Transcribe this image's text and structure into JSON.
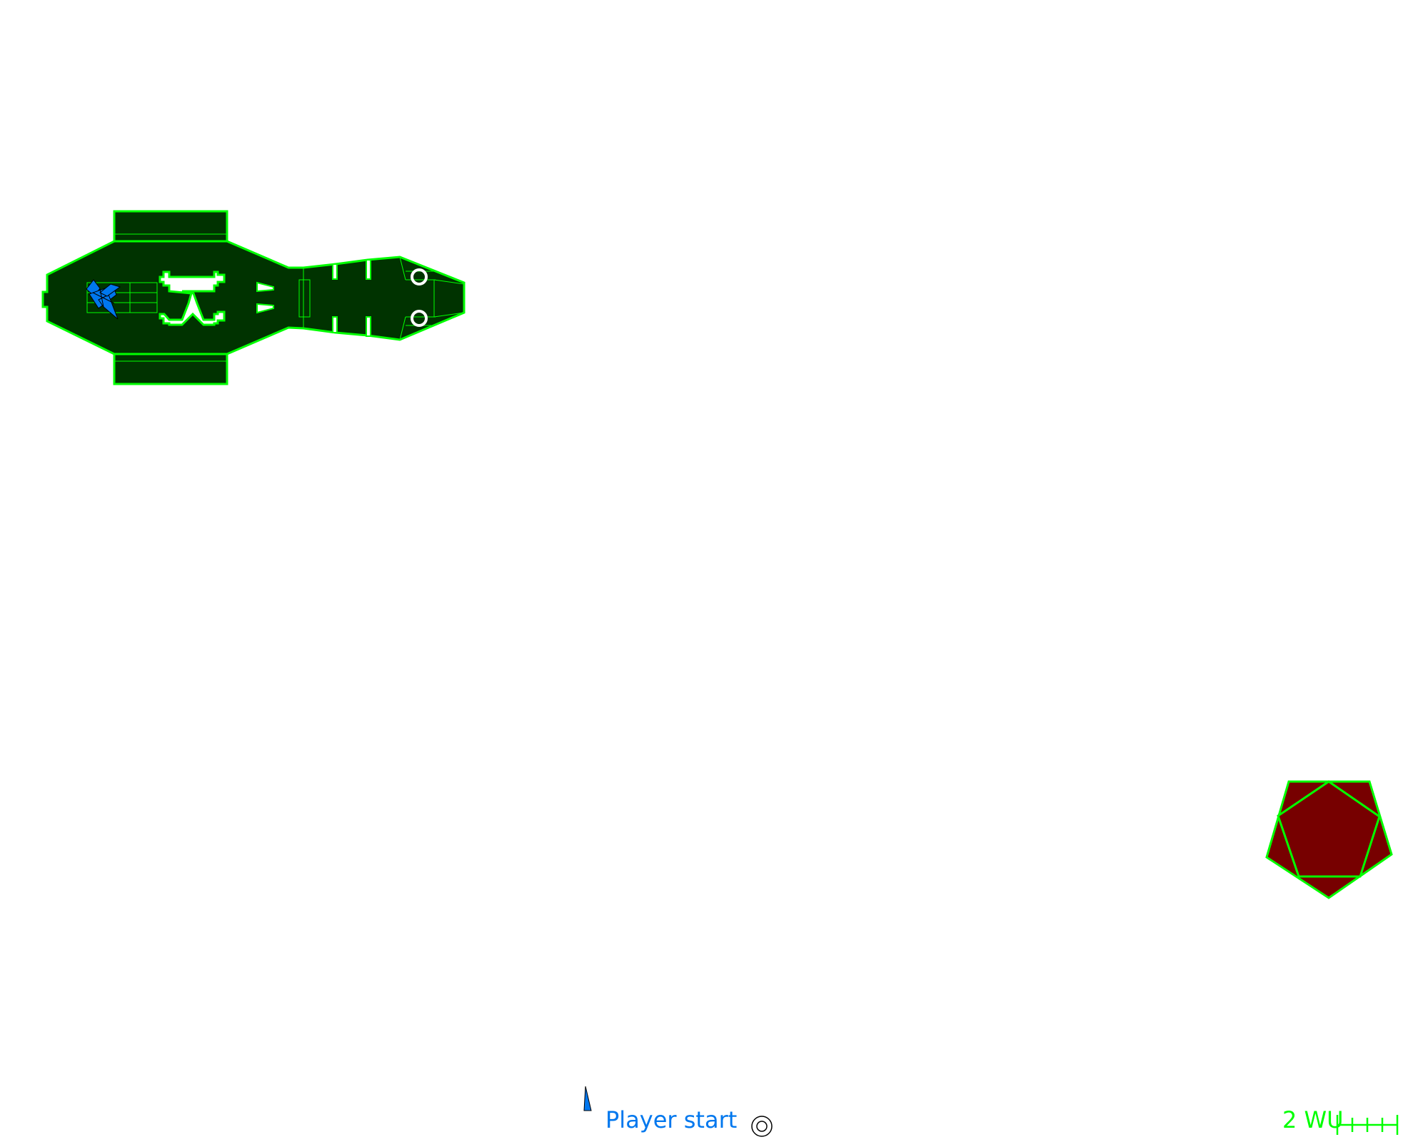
{
  "colors": {
    "background": "#ffffff",
    "hull_fill": "#003300",
    "hull_stroke": "#00ff00",
    "hazard_fill": "#770000",
    "player_fill": "#0077ee",
    "marker_ring": "#ffffff"
  },
  "map": {
    "objects": [
      {
        "name": "station-ship",
        "type": "ship-hull"
      },
      {
        "name": "player-ship",
        "type": "player"
      },
      {
        "name": "hazard-pentagon",
        "type": "hazard"
      }
    ]
  },
  "legend": {
    "player_start_label": "Player start",
    "player_icon": "player-start-icon",
    "target_icon": "target-marker-icon",
    "scale_label": "2 WU",
    "scale_ticks": 5
  }
}
